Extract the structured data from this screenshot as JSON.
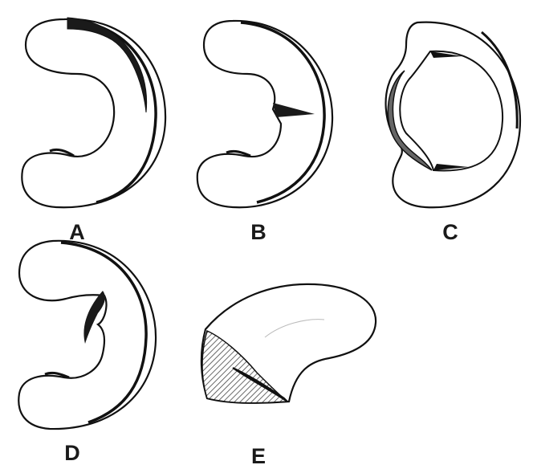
{
  "figure": {
    "panels": [
      {
        "label": "A",
        "description": "meniscus-with-longitudinal-tear"
      },
      {
        "label": "B",
        "description": "meniscus-with-radial-tear"
      },
      {
        "label": "C",
        "description": "meniscus-with-bucket-handle-tear"
      },
      {
        "label": "D",
        "description": "meniscus-with-flap-tear"
      },
      {
        "label": "E",
        "description": "meniscus-with-horizontal-cleavage-tear"
      }
    ],
    "colors": {
      "outline": "#111111",
      "hatch": "#555555",
      "background": "#ffffff"
    }
  }
}
